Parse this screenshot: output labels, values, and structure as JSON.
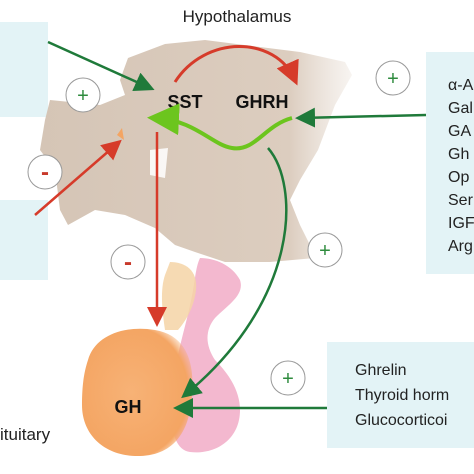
{
  "title": "Hypothalamus",
  "hormones": {
    "sst": "SST",
    "ghrh": "GHRH",
    "gh": "GH"
  },
  "pituitary_label": "ituitary",
  "signs": {
    "plus": "+",
    "minus": "-"
  },
  "right_box": {
    "items": [
      "α-A",
      "Gal",
      "GA",
      "Gh",
      "Op",
      "Ser",
      "IGF",
      "Arg"
    ]
  },
  "bottom_box": {
    "items": [
      "Ghrelin",
      "Thyroid horm",
      "Glucocorticoi"
    ]
  },
  "colors": {
    "box_fill": "#e3f3f6",
    "hypothalamus": "#d8c9bb",
    "pituitary_orange": "#f5a86a",
    "pituitary_pink": "#f3b8cf",
    "stim_arrow": "#1f7a3a",
    "light_green_arrow": "#6cc51e",
    "inhib_arrow": "#d63b2a",
    "plus_color": "#2e8b3d",
    "minus_color": "#c8392b"
  }
}
